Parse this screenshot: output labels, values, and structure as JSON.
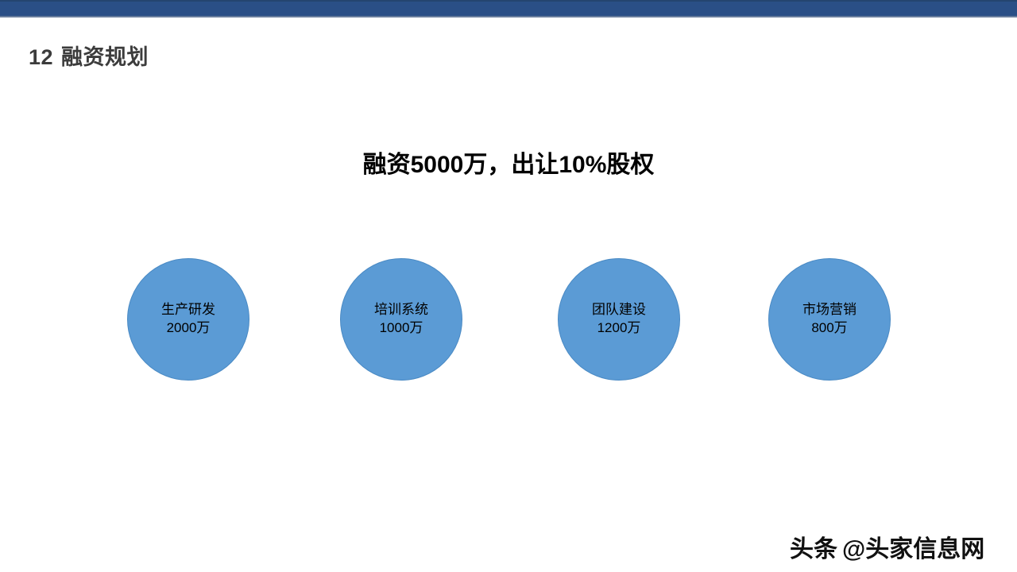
{
  "theme": {
    "accent_bar_color": "#2a4f86",
    "bubble_fill_color": "#5b9bd5",
    "bubble_border_color": "#4a8ac4",
    "title_color": "#3c3c3c",
    "background_color": "#ffffff"
  },
  "slide": {
    "number": "12",
    "title": "融资规划",
    "headline": "融资5000万，出让10%股权"
  },
  "chart_data": {
    "type": "bar",
    "title": "融资5000万，出让10%股权",
    "categories": [
      "生产研发",
      "培训系统",
      "团队建设",
      "市场营销"
    ],
    "values": [
      2000,
      1000,
      1200,
      800
    ],
    "value_labels": [
      "2000万",
      "1000万",
      "1200万",
      "800万"
    ],
    "unit": "万",
    "total": 5000,
    "equity_offered": "10%",
    "xlabel": "",
    "ylabel": "",
    "legend": "none",
    "grid": false
  },
  "bubbles": [
    {
      "label": "生产研发",
      "value": "2000万"
    },
    {
      "label": "培训系统",
      "value": "1000万"
    },
    {
      "label": "团队建设",
      "value": "1200万"
    },
    {
      "label": "市场营销",
      "value": "800万"
    }
  ],
  "watermark": {
    "brand": "头条",
    "handle": "@头家信息网"
  }
}
